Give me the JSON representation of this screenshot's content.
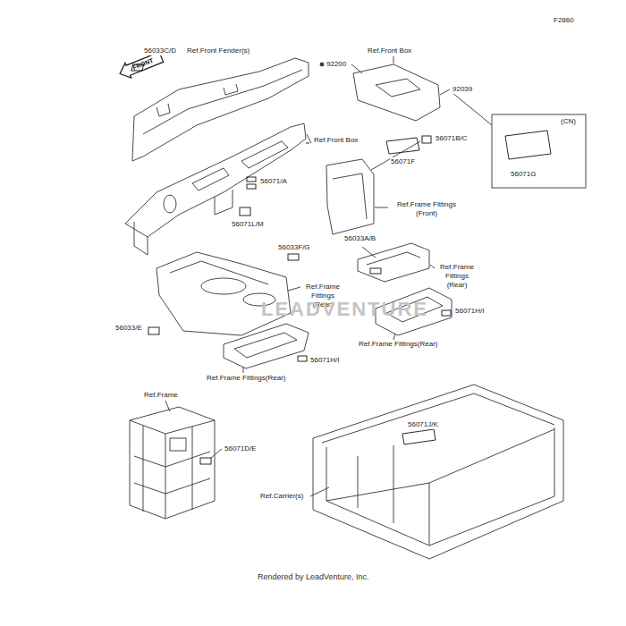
{
  "diagram": {
    "caption": "Rendered by LeadVenture, Inc.",
    "labels": [
      "F2860",
      "FRONT",
      "56033C/D",
      "Ref.Front Fender(s)",
      "92200",
      "Ref.Front Box",
      "92039",
      "(CN)",
      "56071F",
      "56071G",
      "Ref.Front Box",
      "56071B/C",
      "56071/A",
      "56071L/M",
      "Ref.Frame Fittings (Front)",
      "56033F/G",
      "56033A/B",
      "Ref.Frame Fittings (Rear)",
      "Ref.Frame Fittings (Rear)",
      "56033/E",
      "56071H/I",
      "Ref.Frame Fittings(Rear)",
      "56071H/I",
      "Ref.Frame Fittings(Rear)",
      "Ref.Frame",
      "56071J/K",
      "56071D/E",
      "Ref.Carrier(s)",
      "LEADVENTURE"
    ]
  }
}
